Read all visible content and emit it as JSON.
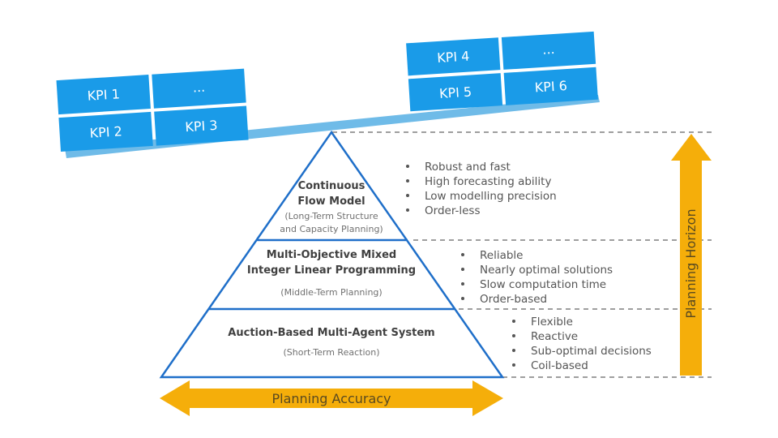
{
  "colors": {
    "kpi_fill": "#1a9be8",
    "beam_fill": "#6fbbe8",
    "pyramid_stroke": "#1f6fc9",
    "arrow_fill": "#f5ae0a",
    "dashed_line": "#7f7f7f"
  },
  "kpi_groups": {
    "left": [
      {
        "label": "KPI 1"
      },
      {
        "label": "..."
      },
      {
        "label": "KPI 2"
      },
      {
        "label": "KPI 3"
      }
    ],
    "right": [
      {
        "label": "KPI 4"
      },
      {
        "label": "..."
      },
      {
        "label": "KPI 5"
      },
      {
        "label": "KPI 6"
      }
    ]
  },
  "pyramid": {
    "levels": [
      {
        "title_lines": [
          "Continuous",
          "Flow Model"
        ],
        "subtitle_lines": [
          "(Long-Term Structure",
          "and Capacity Planning)"
        ],
        "bullets": [
          "Robust and fast",
          "High forecasting ability",
          "Low modelling precision",
          "Order-less"
        ]
      },
      {
        "title_lines": [
          "Multi-Objective Mixed",
          "Integer Linear Programming"
        ],
        "subtitle_lines": [
          "(Middle-Term Planning)"
        ],
        "bullets": [
          "Reliable",
          "Nearly optimal solutions",
          "Slow computation time",
          "Order-based"
        ]
      },
      {
        "title_lines": [
          "Auction-Based Multi-Agent System"
        ],
        "subtitle_lines": [
          "(Short-Term Reaction)"
        ],
        "bullets": [
          "Flexible",
          "Reactive",
          "Sub-optimal decisions",
          "Coil-based"
        ]
      }
    ]
  },
  "arrows": {
    "horizontal_label": "Planning Accuracy",
    "vertical_label": "Planning Horizon"
  }
}
